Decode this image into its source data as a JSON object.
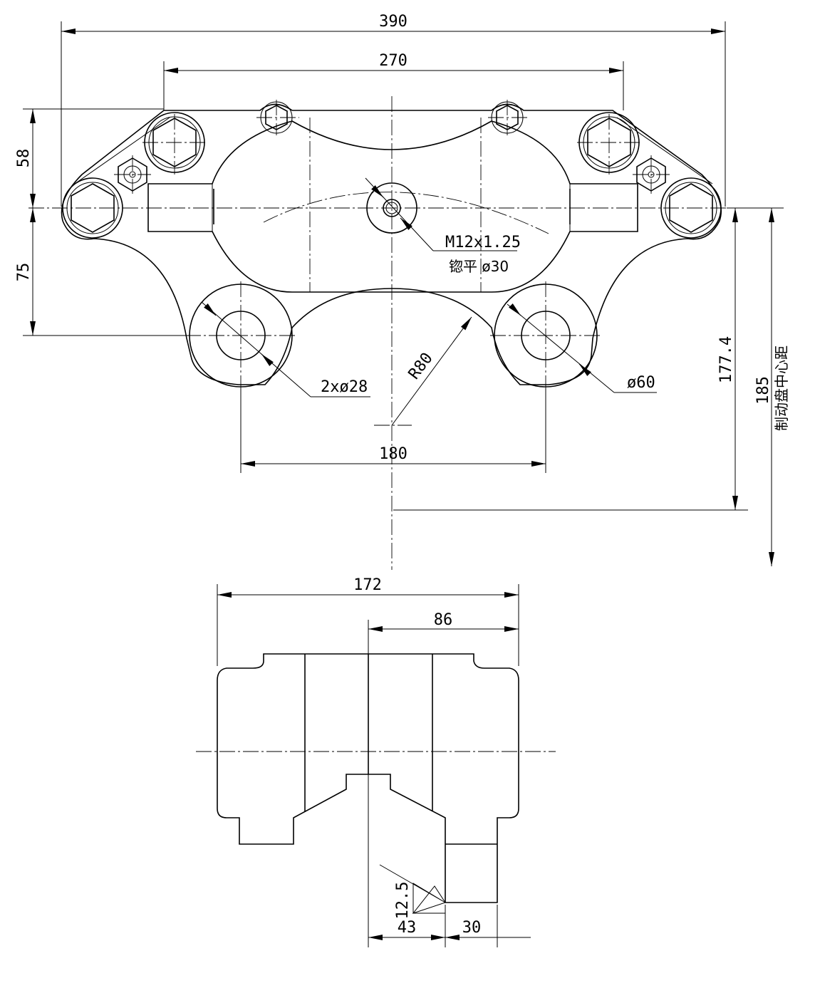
{
  "dimensions": {
    "overall_width": "390",
    "bolt_spacing": "270",
    "upper_height": "58",
    "lower_height": "75",
    "thread": "M12x1.25",
    "spotface": "锪平 ø30",
    "mount_holes": "2xø28",
    "boss_diameter": "ø60",
    "arc_radius": "R80",
    "mount_spacing": "180",
    "center_offset": "177.4",
    "disc_center_distance": "185",
    "disc_center_label": "制动盘中心距",
    "side_width": "172",
    "half_width": "86",
    "roughness": "12.5",
    "offset_43": "43",
    "tab_30": "30"
  }
}
